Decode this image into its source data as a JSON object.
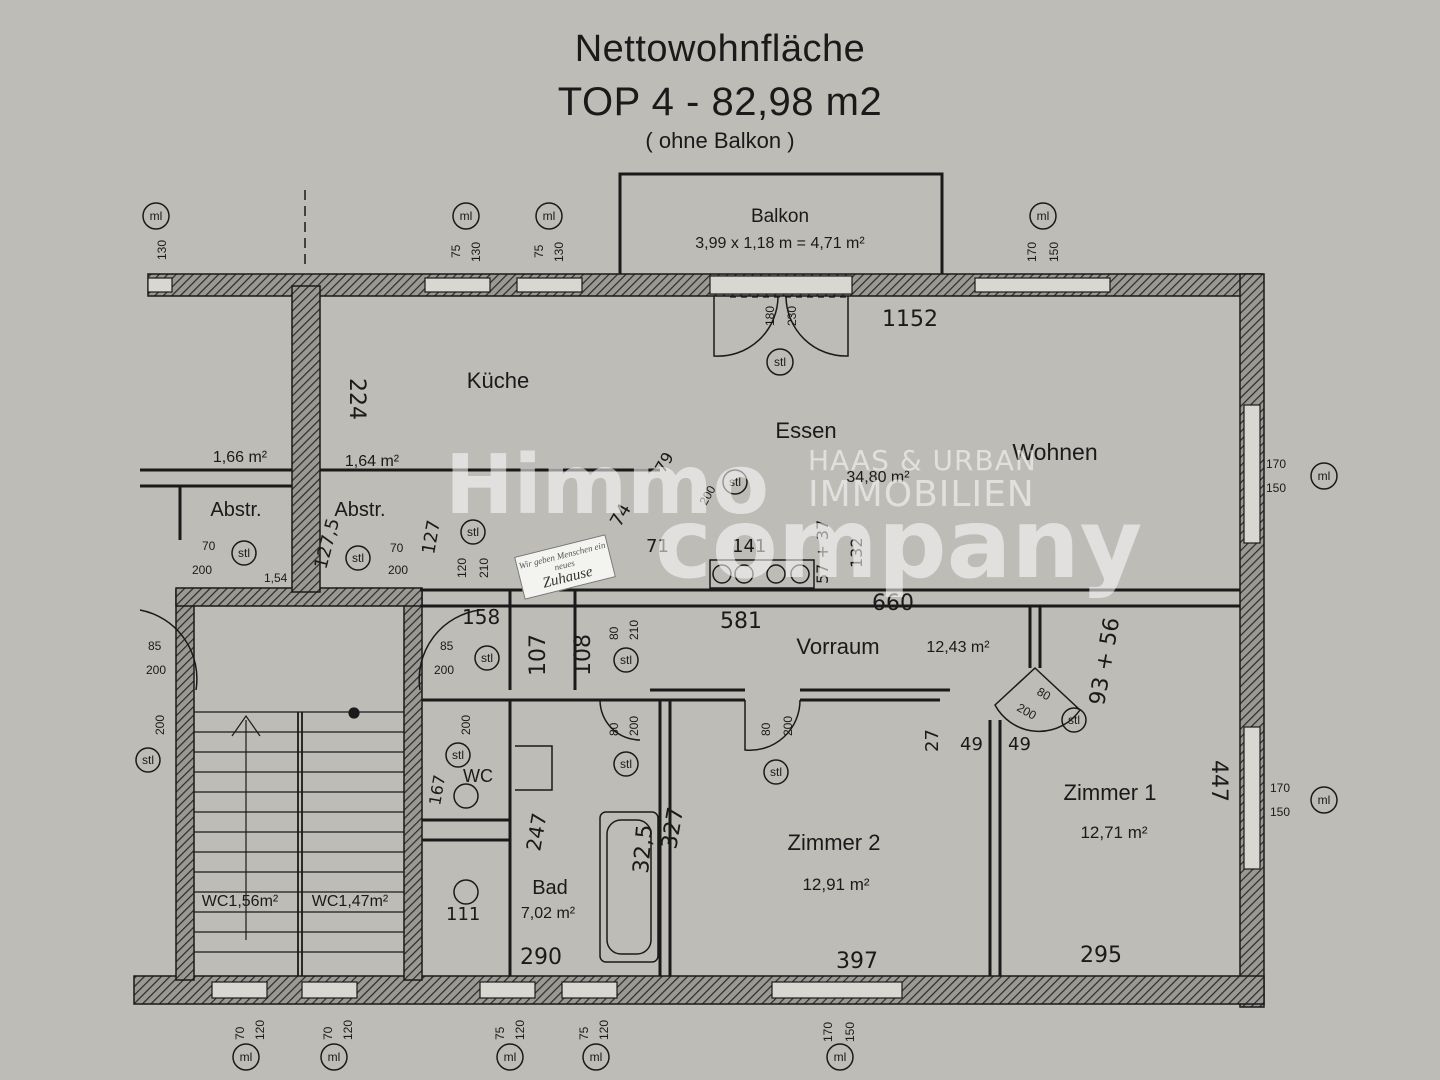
{
  "title": {
    "line1": "Nettowohnfläche",
    "line2": "TOP  4 - 82,98 m2",
    "line3": "( ohne Balkon )"
  },
  "rooms": {
    "balkon": {
      "name": "Balkon",
      "dims": "3,99 x 1,18 m = 4,71 m²"
    },
    "kueche": {
      "name": "Küche"
    },
    "essen": {
      "name": "Essen"
    },
    "wohnen": {
      "name": "Wohnen",
      "area": "34,80 m²"
    },
    "vorraum": {
      "name": "Vorraum",
      "area": "12,43 m²"
    },
    "zimmer1": {
      "name": "Zimmer  1",
      "area": "12,71 m²"
    },
    "zimmer2": {
      "name": "Zimmer  2",
      "area": "12,91 m²"
    },
    "bad": {
      "name": "Bad",
      "area": "7,02 m²"
    },
    "abstr1": {
      "name": "Abstr.",
      "area": "1,66 m²"
    },
    "abstr2": {
      "name": "Abstr.",
      "area": "1,64 m²"
    },
    "wc": {
      "label": "WC",
      "area_a": "WC1,56m²",
      "area_b": "WC1,47m²"
    }
  },
  "handwritten": [
    "1152",
    "224",
    "127,5",
    "127",
    "158",
    "107",
    "108",
    "581",
    "660",
    "93 + 56",
    "49",
    "49",
    "27",
    "447",
    "327",
    "32,5",
    "247",
    "167",
    "111",
    "290",
    "397",
    "295",
    "74",
    "71",
    "141",
    "57 + 37",
    "132",
    "79"
  ],
  "window_labels": [
    [
      "130",
      "ml"
    ],
    [
      "75",
      "130",
      "ml"
    ],
    [
      "75",
      "130",
      "ml"
    ],
    [
      "170",
      "150",
      "ml"
    ],
    [
      "170",
      "150",
      "ml"
    ],
    [
      "170",
      "150",
      "ml"
    ],
    [
      "70",
      "120",
      "ml"
    ],
    [
      "70",
      "120",
      "ml"
    ],
    [
      "75",
      "120",
      "ml"
    ],
    [
      "75",
      "120",
      "ml"
    ],
    [
      "170",
      "150",
      "ml"
    ]
  ],
  "door_labels": {
    "balkon_door": [
      "180",
      "230",
      "stl"
    ],
    "kueche_door": [
      "70",
      "200",
      "stl"
    ],
    "abstr_door": [
      "70",
      "200",
      "stl"
    ],
    "abstr2_door": [
      "120",
      "210",
      "stl"
    ],
    "essen_door": [
      "79",
      "200",
      "stl"
    ],
    "vorraum_door": [
      "80",
      "210",
      "stl"
    ],
    "stair_left": [
      "85",
      "200",
      "stl"
    ],
    "stair_right": [
      "85",
      "200",
      "stl"
    ],
    "left_low": [
      "200",
      "stl"
    ],
    "wc_door": [
      "200",
      "stl"
    ],
    "bad_door": [
      "80",
      "200",
      "stl"
    ],
    "zimmer2_door": [
      "80",
      "200",
      "stl"
    ],
    "zimmer1_door": [
      "80",
      "200",
      "stl"
    ],
    "misc_154": "1,54"
  },
  "watermark": {
    "himmo": "Himmo",
    "company": "company",
    "haas": "HAAS & URBAN",
    "immobilien": "IMMOBILIEN"
  },
  "stamp": {
    "line1": "Wir geben Menschen ein neues",
    "line2": "Zuhause"
  },
  "colors": {
    "background": "#bdbcb6",
    "wall_hatch": "#2a2a2a",
    "line": "#1a1a1a"
  }
}
